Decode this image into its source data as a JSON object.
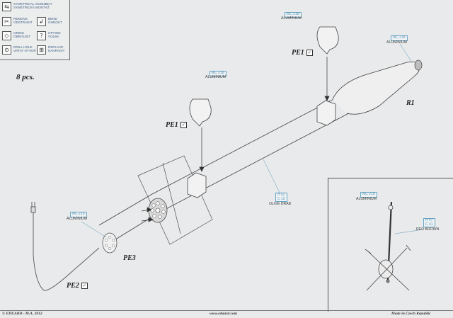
{
  "legend": {
    "items": [
      {
        "icon": "symmetrical-assembly-icon",
        "glyph": "⇆",
        "text": "SYMETRICAL ASSEMBLY\nSYMETRICKÁ MONTÁŽ"
      },
      {
        "icon": "remove-icon",
        "glyph": "✂",
        "text": "REMOVE\nODSTRANIT"
      },
      {
        "icon": "bend-icon",
        "glyph": "↲",
        "text": "BEND\nOHNOUT"
      },
      {
        "icon": "grind-icon",
        "glyph": "◇",
        "text": "GRIND\nOBROUSIT"
      },
      {
        "icon": "option-icon",
        "glyph": "?",
        "text": "OPTION\nVOLBA"
      },
      {
        "icon": "drill-hole-icon",
        "glyph": "⊙",
        "text": "DRILL HOLE\nVRTAT OTVOR"
      },
      {
        "icon": "replace-icon",
        "glyph": "⊞",
        "text": "REPLACE\nNAHRADIT"
      }
    ]
  },
  "quantity": "8 pcs.",
  "parts": {
    "r1": "R1",
    "pe1_top": "PE1",
    "pe1_mid": "PE1",
    "pe2": "PE2",
    "pe3": "PE3",
    "check_mark": "✓"
  },
  "paints": {
    "top_clamp": {
      "code": "MC 218",
      "name": "ALUMINIUM"
    },
    "nose": {
      "code": "MC 218",
      "name": "ALUMINIUM"
    },
    "mid_clamp": {
      "code": "MC 218",
      "name": "ALUMINIUM"
    },
    "body": {
      "code": "H 52\nC 12",
      "name": "OLIVE DRAB"
    },
    "pe3": {
      "code": "MC 218",
      "name": "ALUMINIUM"
    },
    "inset_tip": {
      "code": "MC 218",
      "name": "ALUMINIUM"
    },
    "inset_body": {
      "code": "H 47\nC 41",
      "name": "RED BROWN"
    }
  },
  "footer": {
    "left": "© EDUARD - M.A. 2012",
    "center": "www.eduard.com",
    "right": "Made in Czech Republic"
  },
  "colors": {
    "callout": "#69a7c6",
    "line": "#4a4a4a",
    "paper": "#e9eaeb"
  }
}
